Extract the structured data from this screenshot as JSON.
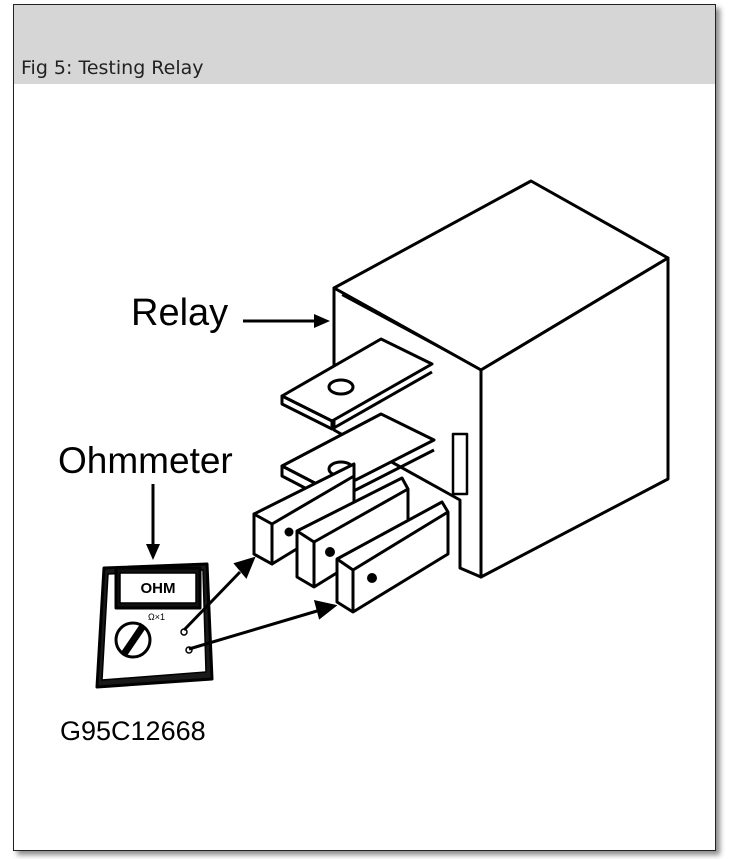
{
  "caption": {
    "title": "Fig 5: Testing Relay"
  },
  "figure": {
    "label_relay": "Relay",
    "label_ohmmeter": "Ohmmeter",
    "meter_display": "OHM",
    "meter_range": "Ω×1",
    "figure_code": "G95C12668"
  }
}
